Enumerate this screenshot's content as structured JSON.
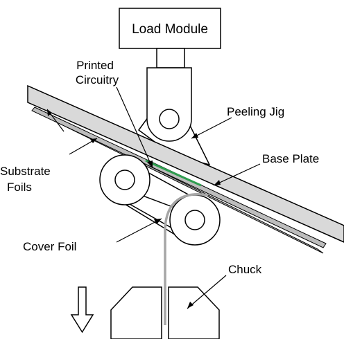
{
  "labels": {
    "load_module": "Load Module",
    "printed_circuitry_line1": "Printed",
    "printed_circuitry_line2": "Circuitry",
    "peeling_jig": "Peeling Jig",
    "base_plate": "Base Plate",
    "substrate_foils_line1": "Substrate",
    "substrate_foils_line2": "Foils",
    "cover_foil": "Cover Foil",
    "chuck": "Chuck"
  },
  "colors": {
    "base_plate_fill": "#d9d9d9",
    "substrate_fill": "#a6a6a6",
    "circuitry": "#2e9e4f",
    "cover_foil_wire": "#a6a6a6",
    "stroke": "#000000"
  },
  "icons": {
    "pull_direction": "down-arrow-outline-icon"
  }
}
